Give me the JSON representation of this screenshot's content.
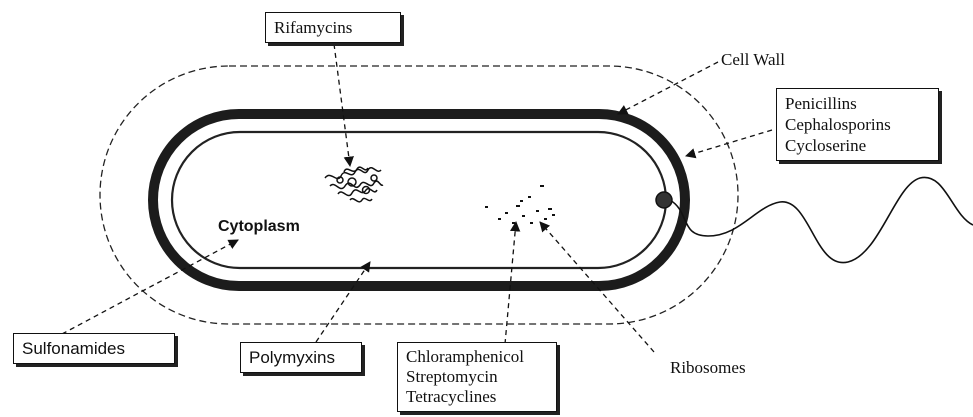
{
  "labels": {
    "rifamycins": "Rifamycins",
    "cell_wall": "Cell Wall",
    "cell_wall_drugs": [
      "Penicillins",
      "Cephalosporins",
      "Cycloserine"
    ],
    "cytoplasm": "Cytoplasm",
    "sulfonamides": "Sulfonamides",
    "polymyxins": "Polymyxins",
    "ribosome_drugs": [
      "Chloramphenicol",
      "Streptomycin",
      "Tetracyclines"
    ],
    "ribosomes": "Ribosomes"
  }
}
